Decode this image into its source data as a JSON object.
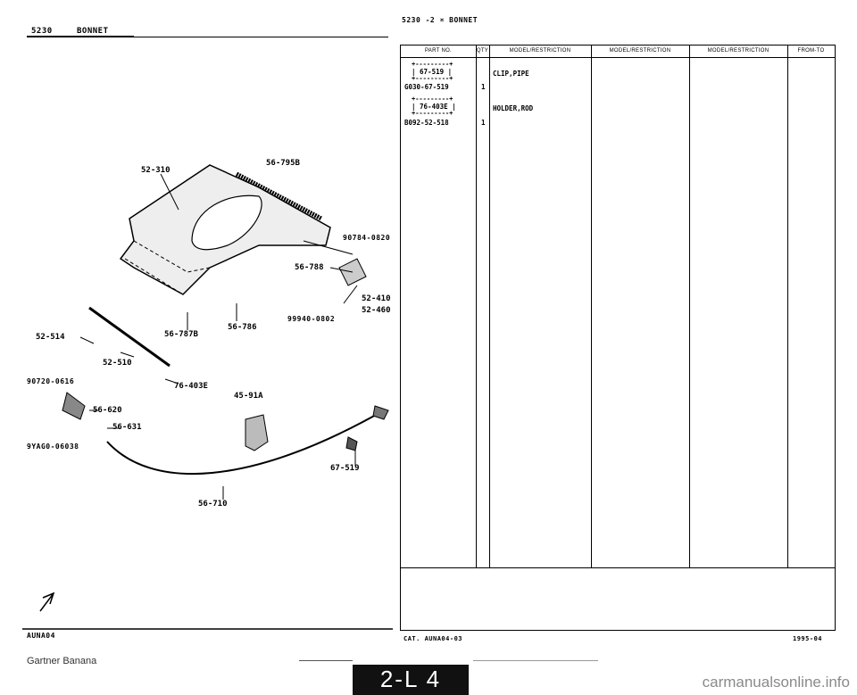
{
  "left_header": {
    "code": "5230",
    "title": "BONNET"
  },
  "right_header": {
    "title": "5230 -2 ¤ BONNET"
  },
  "table": {
    "columns": [
      "PART NO.",
      "QTY",
      "MODEL/RESTRICTION",
      "MODEL/RESTRICTION",
      "MODEL/RESTRICTION",
      "FROM-TO"
    ],
    "rows": [
      {
        "ref": "| 67-519 |",
        "part_no": "G030-67-519",
        "qty": "1",
        "description": "CLIP,PIPE"
      },
      {
        "ref": "| 76-403E |",
        "part_no": "B092-52-518",
        "qty": "1",
        "description": "HOLDER,ROD"
      }
    ]
  },
  "diagram": {
    "callouts": [
      "52-310",
      "56-795B",
      "56-788",
      "52-410",
      "52-460",
      "56-787B",
      "56-786",
      "52-514",
      "52-510",
      "76-403E",
      "45-91A",
      "56-620",
      "56-631",
      "67-519",
      "56-710"
    ],
    "part_numbers": [
      "90784-0820",
      "99940-0802",
      "90720-0616",
      "9YAG0-06038"
    ]
  },
  "footer": {
    "left_code": "AUNA04",
    "cat": "CAT. AUNA04-03",
    "date": "1995-04",
    "page": "2-L 4",
    "brand": "Gartner Banana",
    "watermark": "carmanualsonline.info"
  }
}
